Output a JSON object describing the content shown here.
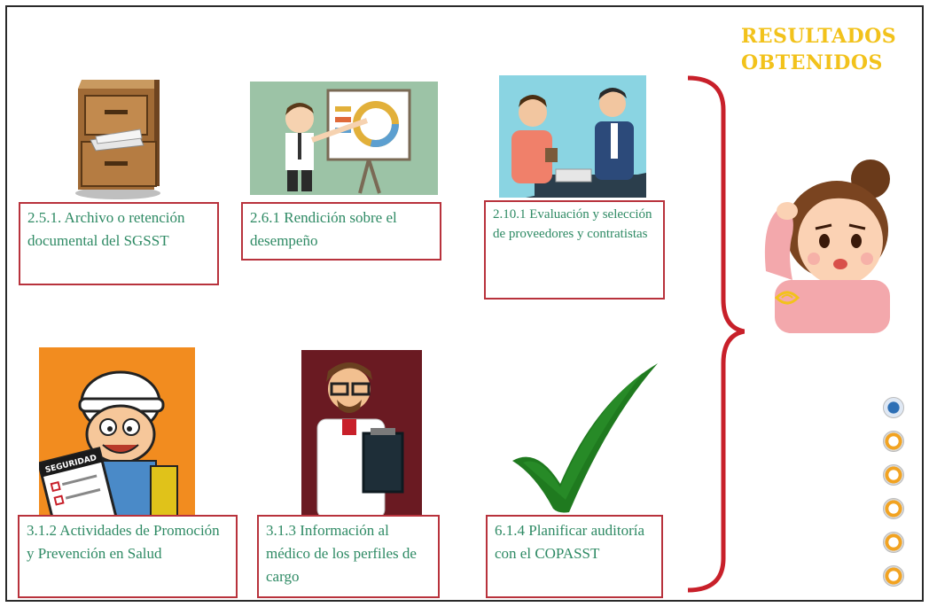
{
  "title": {
    "line1": "RESULTADOS",
    "line2": "OBTENIDOS"
  },
  "colors": {
    "title": "#f2c21b",
    "box_border": "#b8323c",
    "box_text": "#2e8a64",
    "brace": "#c8202a",
    "check": "#1f7a1f"
  },
  "items": [
    {
      "id": "archivo",
      "label": "2.5.1. Archivo o retención documental del SGSST",
      "icon": "file-cabinet-icon"
    },
    {
      "id": "rendicion",
      "label": "2.6.1 Rendición sobre el desempeño",
      "icon": "presenter-icon"
    },
    {
      "id": "evaluacion",
      "label": "2.10.1 Evaluación y selección de proveedores y contratistas",
      "icon": "meeting-icon"
    },
    {
      "id": "actividades",
      "label": "3.1.2 Actividades de Promoción y Prevención en Salud",
      "icon": "safety-worker-icon"
    },
    {
      "id": "informacion",
      "label": "3.1.3 Información al médico de los perfiles de cargo",
      "icon": "doctor-icon"
    },
    {
      "id": "planificar",
      "label": "6.1.4 Planificar auditoría con el COPASST",
      "icon": "checkmark-icon"
    }
  ],
  "worker_clipboard_text": "SEGURIDAD",
  "side_badges": [
    "a-badge-icon",
    "check-badge-icon",
    "check-badge-icon",
    "check-badge-icon",
    "check-badge-icon",
    "check-badge-icon"
  ]
}
